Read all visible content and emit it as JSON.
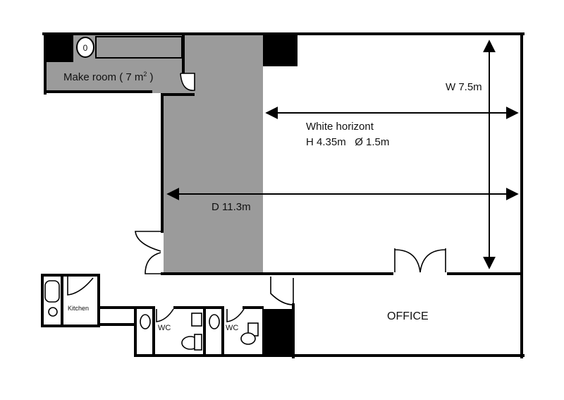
{
  "rooms": {
    "make_room": {
      "label": "Make room ( 7 m",
      "sup": "2",
      "close": " )"
    },
    "studio": {
      "title": "White horizont",
      "spec": "H 4.35m   Ø 1.5m"
    },
    "kitchen": {
      "label": "Kitchen"
    },
    "wc_left": {
      "label": "WC"
    },
    "wc_right": {
      "label": "WC"
    },
    "office": {
      "label": "OFFICE"
    }
  },
  "dimensions": {
    "width": "W 7.5m",
    "depth": "D 11.3m"
  },
  "fixtures": {
    "sink_symbol": "0"
  },
  "colors": {
    "wall": "#000000",
    "shaded": "#9b9b9b",
    "floor": "#ffffff"
  }
}
